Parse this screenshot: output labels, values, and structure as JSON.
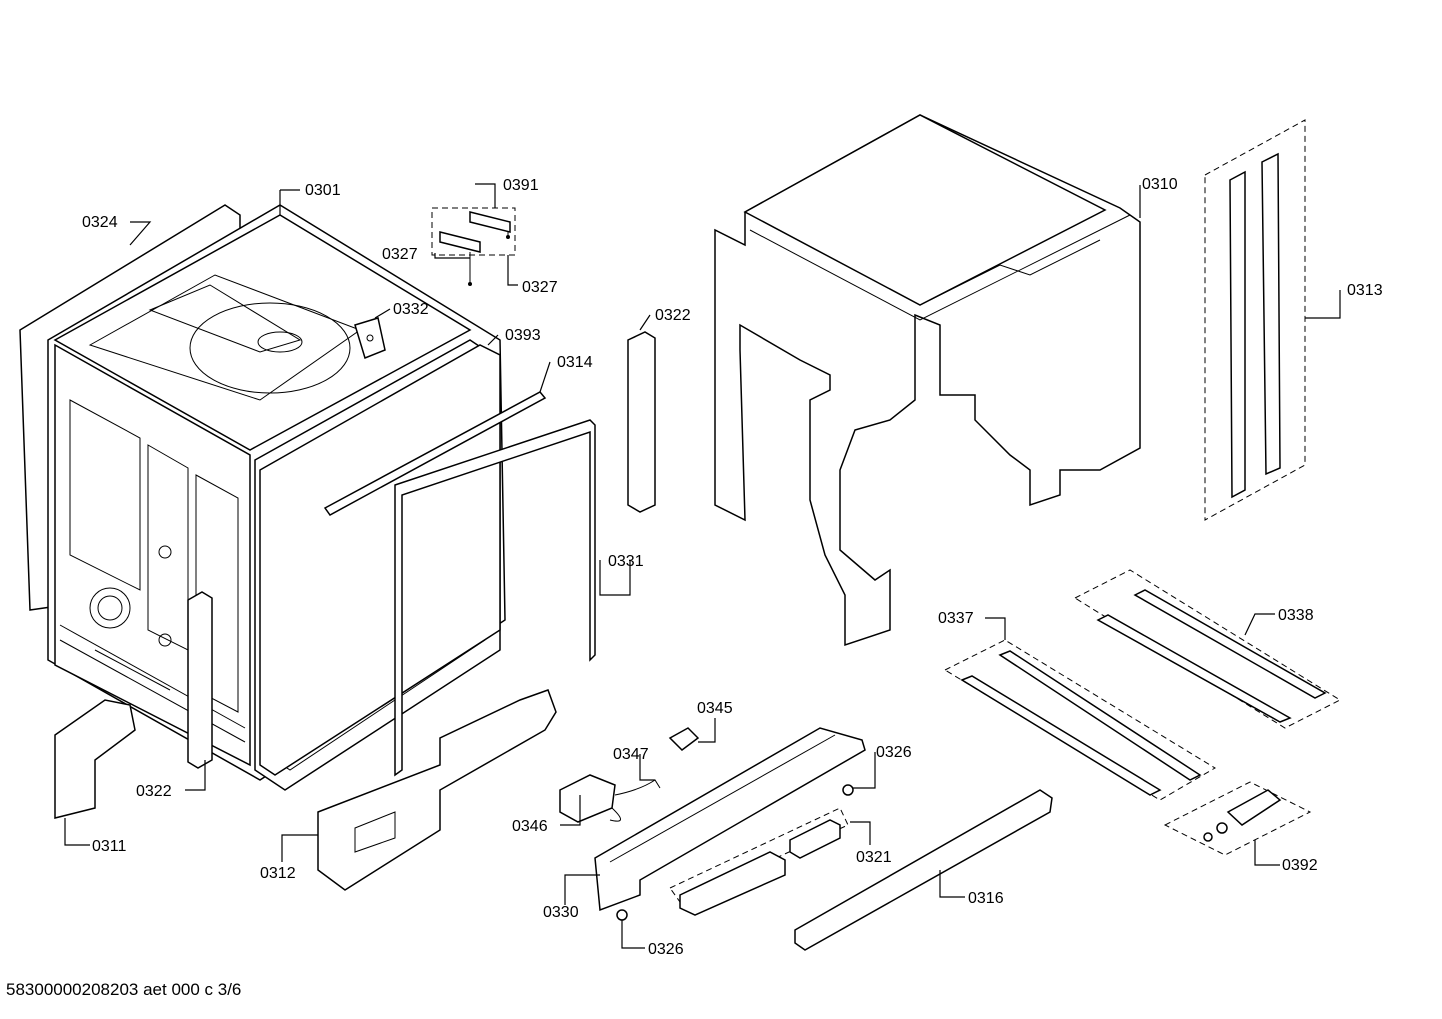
{
  "footer": {
    "code": "58300000208203 aet 000 c 3/6"
  },
  "callouts": {
    "c0301": "0301",
    "c0324": "0324",
    "c0391": "0391",
    "c0327a": "0327",
    "c0327b": "0327",
    "c0332": "0332",
    "c0393": "0393",
    "c0314": "0314",
    "c0322a": "0322",
    "c0310": "0310",
    "c0313": "0313",
    "c0331": "0331",
    "c0337": "0337",
    "c0338": "0338",
    "c0345": "0345",
    "c0347": "0347",
    "c0326a": "0326",
    "c0322b": "0322",
    "c0311": "0311",
    "c0346": "0346",
    "c0312": "0312",
    "c0321": "0321",
    "c0330": "0330",
    "c0316": "0316",
    "c0392": "0392",
    "c0326b": "0326"
  }
}
